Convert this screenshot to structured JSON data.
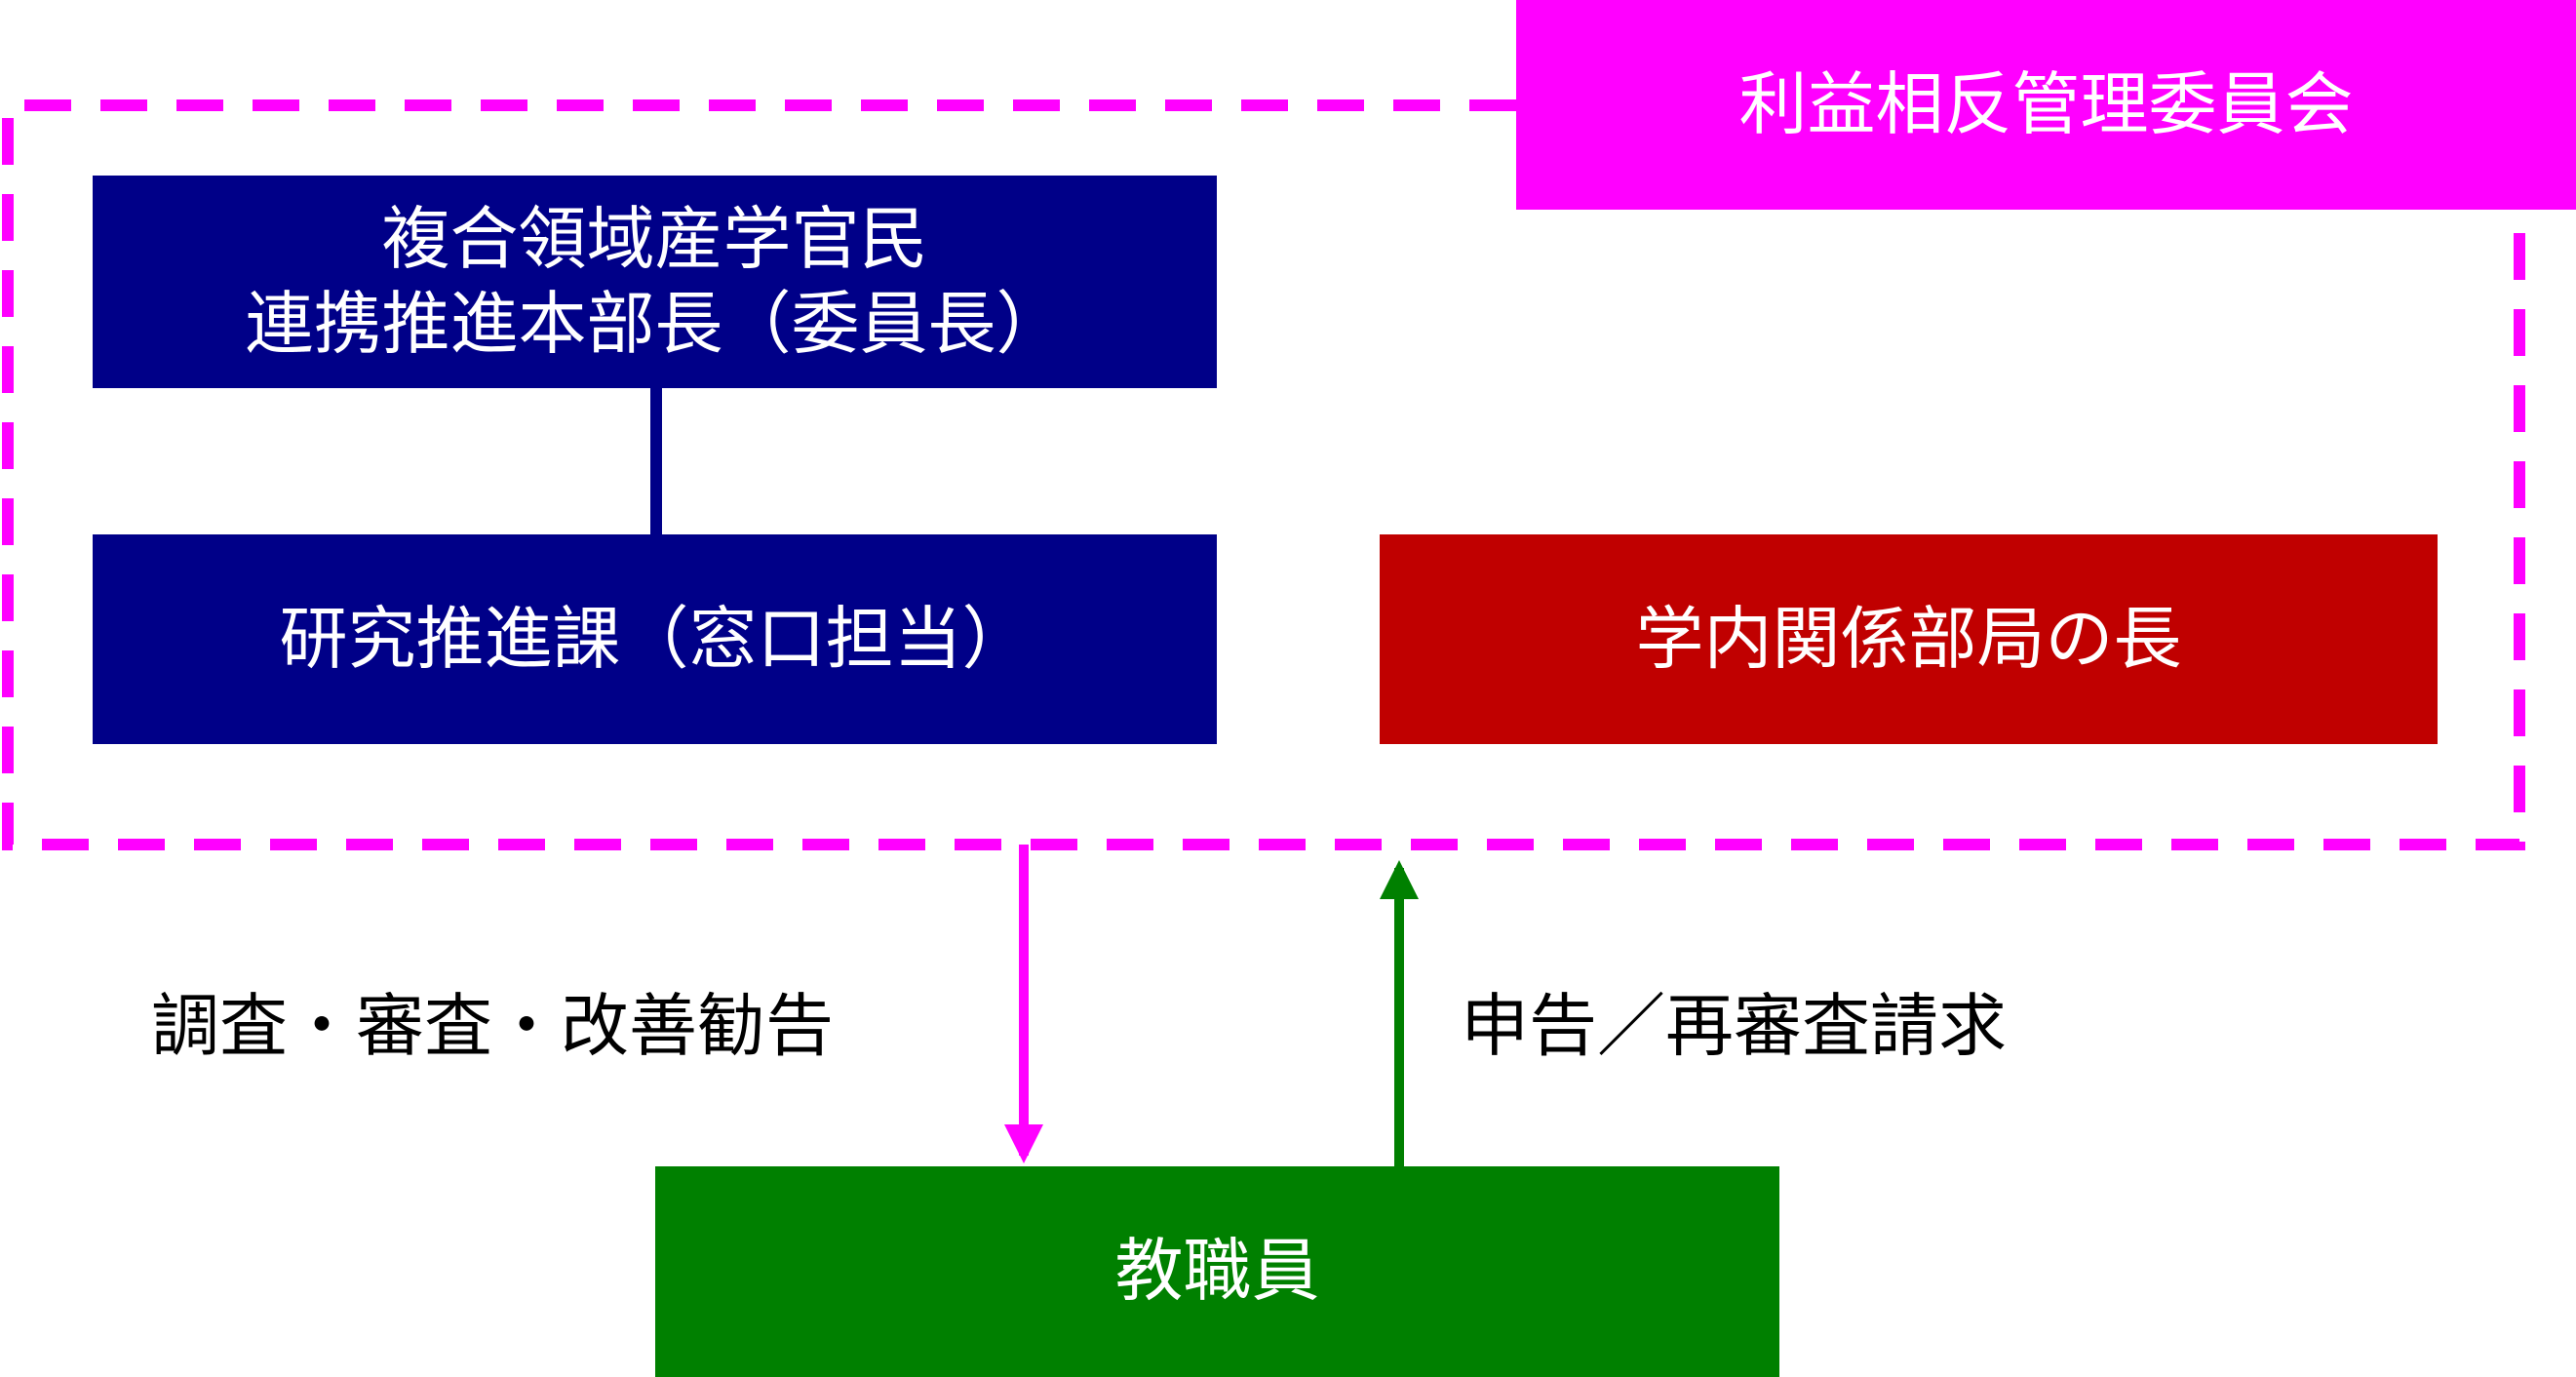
{
  "committee": {
    "title": "利益相反管理委員会",
    "color": "#ff00ff"
  },
  "chair": {
    "line1": "複合領域産学官民",
    "line2": "連携推進本部長（委員長）",
    "color": "#000088"
  },
  "office": {
    "label": "研究推進課（窓口担当）",
    "color": "#000088"
  },
  "dept_heads": {
    "label": "学内関係部局の長",
    "color": "#c00000"
  },
  "staff": {
    "label": "教職員",
    "color": "#008000"
  },
  "edges": {
    "to_staff": "調査・審査・改善勧告",
    "to_committee": "申告／再審査請求"
  }
}
